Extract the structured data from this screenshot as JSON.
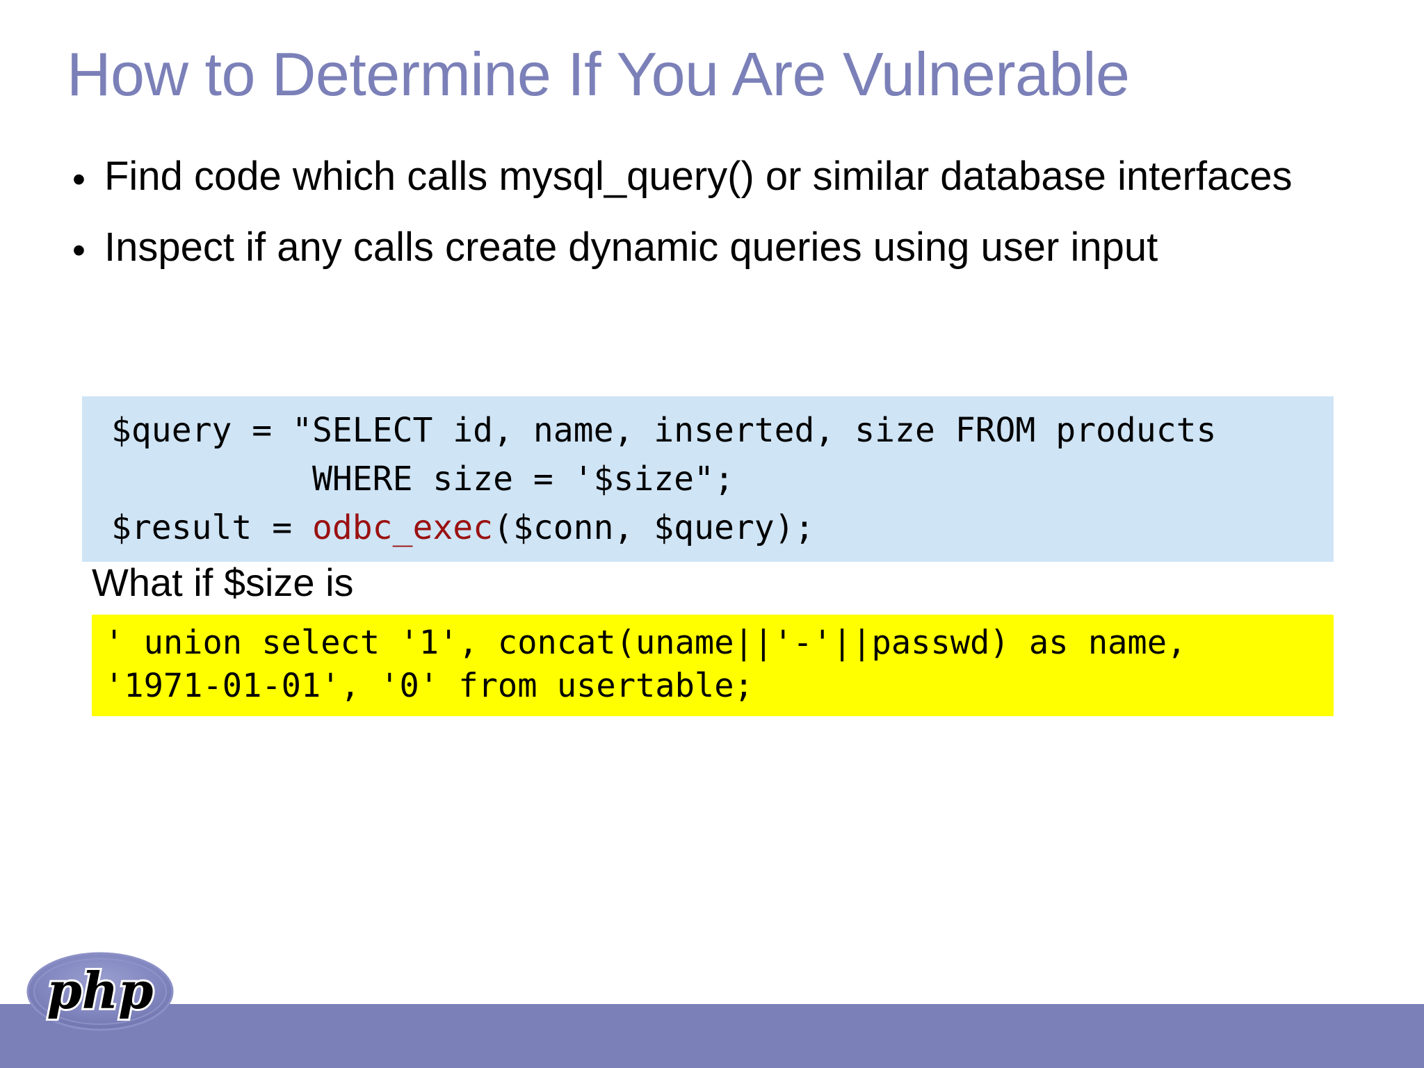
{
  "slide": {
    "title": "How to Determine If You Are Vulnerable",
    "title_color": "#7b80b8",
    "background_color": "#ffffff"
  },
  "bullets": [
    {
      "marker": "•",
      "text": "Find code which calls mysql_query() or similar database interfaces"
    },
    {
      "marker": "•",
      "text": "Inspect if any calls create dynamic queries using user input"
    }
  ],
  "code_block": {
    "background_color": "#cfe4f5",
    "highlight_color": "#9a1111",
    "lines": [
      {
        "before": "$query = \"SELECT id, name, inserted, size FROM products",
        "fn": "",
        "after": ""
      },
      {
        "before": "          WHERE size = '$size\";",
        "fn": "",
        "after": ""
      },
      {
        "before": "$result = ",
        "fn": "odbc_exec",
        "after": "($conn, $query);"
      }
    ]
  },
  "whatif": {
    "text": "What if $size is"
  },
  "inject_block": {
    "background_color": "#ffff00",
    "lines": [
      "' union select '1', concat(uname||'-'||passwd) as name,",
      "'1971-01-01', '0' from usertable;"
    ]
  },
  "footer": {
    "bar_color": "#7b80b8",
    "logo_text": "php",
    "logo_ellipse_color": "#7b80b8"
  }
}
